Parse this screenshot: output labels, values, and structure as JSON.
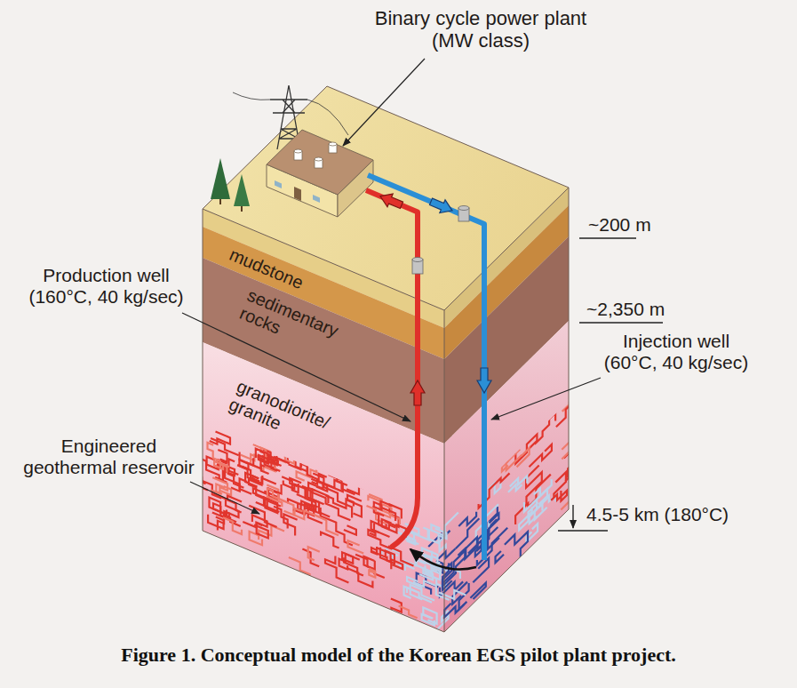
{
  "diagram": {
    "caption": "Figure 1. Conceptual model of the Korean EGS pilot plant project.",
    "nodes": [
      {
        "text": [
          "mudstone"
        ]
      },
      {
        "text": [
          "sedimentary rocks"
        ]
      },
      {
        "text": [
          "granodiorite/ granite"
        ]
      }
    ],
    "labels": [
      "Binary cycle power plant (MW class)",
      "~200 m",
      "Production well (160°C, 40 kg/sec)",
      "~2,350 m",
      "Injection well (60°C, 40 kg/sec)",
      "Engineered geothermal reservoir",
      "4.5-5 km (180°C)"
    ]
  }
}
